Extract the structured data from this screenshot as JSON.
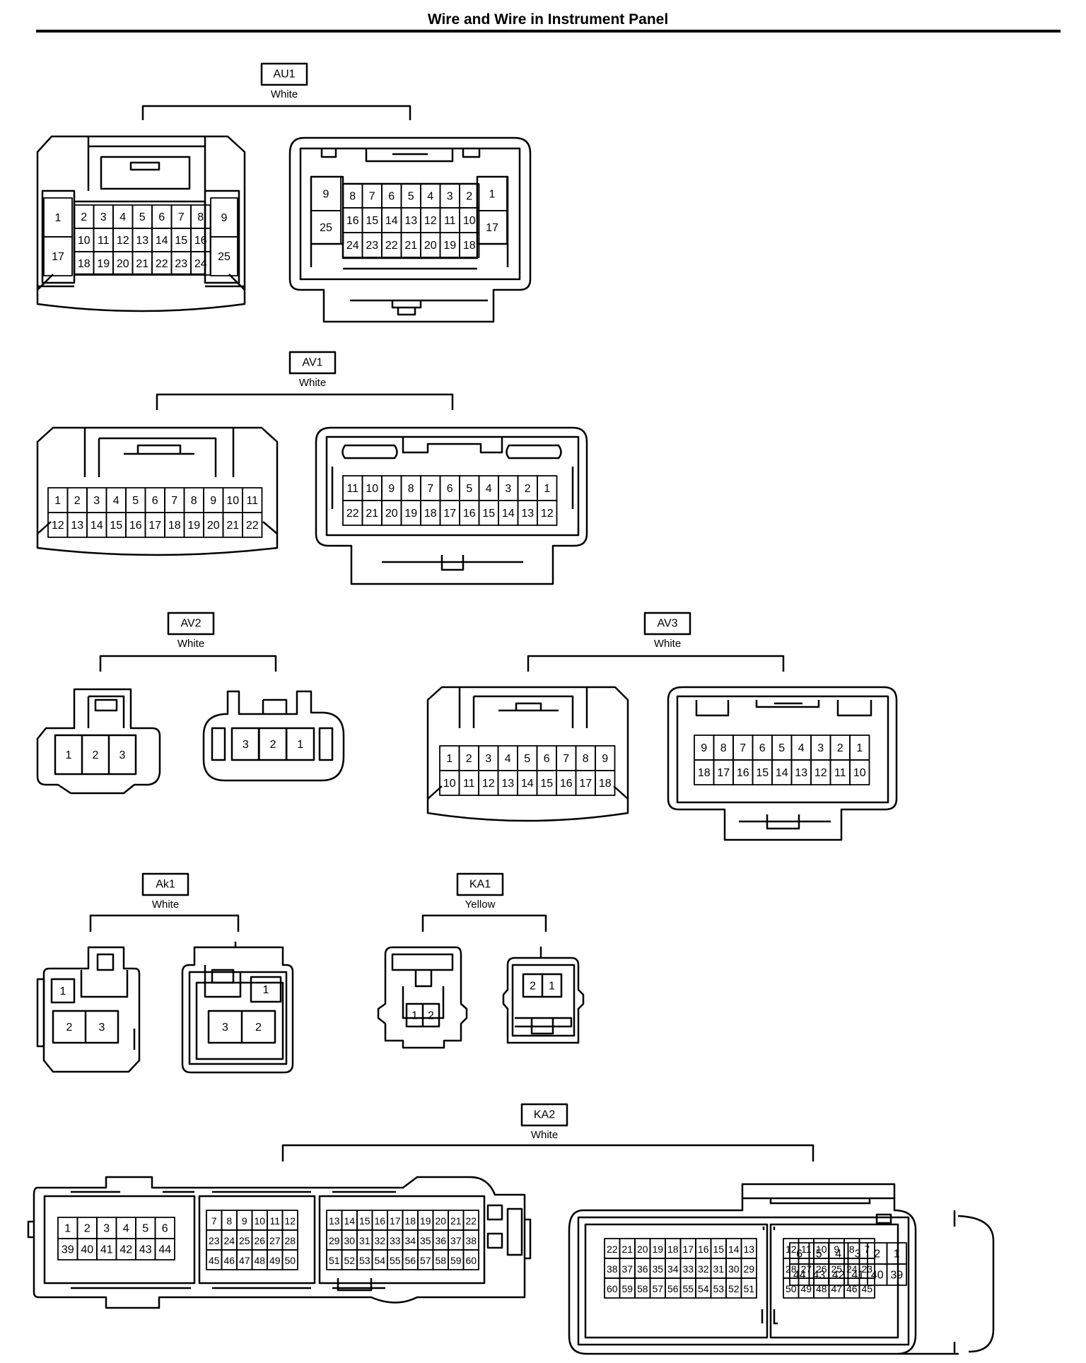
{
  "title": "Wire and Wire in Instrument Panel",
  "connectors": [
    {
      "code": "AU1",
      "color": "White",
      "left": [
        "1",
        "2",
        "3",
        "4",
        "5",
        "6",
        "7",
        "8",
        "9",
        "17",
        "10",
        "11",
        "12",
        "13",
        "14",
        "15",
        "16",
        "25",
        "18",
        "19",
        "20",
        "21",
        "22",
        "23",
        "24"
      ],
      "right": [
        "9",
        "8",
        "7",
        "6",
        "5",
        "4",
        "3",
        "2",
        "1",
        "25",
        "16",
        "15",
        "14",
        "13",
        "12",
        "11",
        "10",
        "17",
        "24",
        "23",
        "22",
        "21",
        "20",
        "19",
        "18"
      ]
    },
    {
      "code": "AV1",
      "color": "White",
      "left": [
        "1",
        "2",
        "3",
        "4",
        "5",
        "6",
        "7",
        "8",
        "9",
        "10",
        "11",
        "12",
        "13",
        "14",
        "15",
        "16",
        "17",
        "18",
        "19",
        "20",
        "21",
        "22"
      ],
      "right": [
        "11",
        "10",
        "9",
        "8",
        "7",
        "6",
        "5",
        "4",
        "3",
        "2",
        "1",
        "22",
        "21",
        "20",
        "19",
        "18",
        "17",
        "16",
        "15",
        "14",
        "13",
        "12"
      ]
    },
    {
      "code": "AV2",
      "color": "White",
      "left": [
        "1",
        "2",
        "3"
      ],
      "right": [
        "3",
        "2",
        "1"
      ]
    },
    {
      "code": "AV3",
      "color": "White",
      "left": [
        "1",
        "2",
        "3",
        "4",
        "5",
        "6",
        "7",
        "8",
        "9",
        "10",
        "11",
        "12",
        "13",
        "14",
        "15",
        "16",
        "17",
        "18"
      ],
      "right": [
        "9",
        "8",
        "7",
        "6",
        "5",
        "4",
        "3",
        "2",
        "1",
        "18",
        "17",
        "16",
        "15",
        "14",
        "13",
        "12",
        "11",
        "10"
      ]
    },
    {
      "code": "Ak1",
      "color": "White",
      "left": [
        "1",
        "2",
        "3"
      ],
      "right": [
        "1",
        "3",
        "2"
      ]
    },
    {
      "code": "KA1",
      "color": "Yellow",
      "left": [
        "1",
        "2"
      ],
      "right": [
        "2",
        "1"
      ]
    },
    {
      "code": "KA2",
      "color": "White",
      "left": [
        "1",
        "2",
        "3",
        "4",
        "5",
        "6",
        "39",
        "40",
        "41",
        "42",
        "43",
        "44",
        "7",
        "8",
        "9",
        "10",
        "11",
        "12",
        "23",
        "24",
        "25",
        "26",
        "27",
        "28",
        "45",
        "46",
        "47",
        "48",
        "49",
        "50",
        "13",
        "14",
        "15",
        "16",
        "17",
        "18",
        "19",
        "20",
        "21",
        "22",
        "29",
        "30",
        "31",
        "32",
        "33",
        "34",
        "35",
        "36",
        "37",
        "38",
        "51",
        "52",
        "53",
        "54",
        "55",
        "56",
        "57",
        "58",
        "59",
        "60"
      ],
      "right": [
        "22",
        "21",
        "20",
        "19",
        "18",
        "17",
        "16",
        "15",
        "14",
        "13",
        "38",
        "37",
        "36",
        "35",
        "34",
        "33",
        "32",
        "31",
        "30",
        "29",
        "60",
        "59",
        "58",
        "57",
        "56",
        "55",
        "54",
        "53",
        "52",
        "51",
        "12",
        "11",
        "10",
        "9",
        "8",
        "7",
        "28",
        "27",
        "26",
        "25",
        "24",
        "23",
        "50",
        "49",
        "48",
        "47",
        "46",
        "45",
        "6",
        "5",
        "4",
        "3",
        "2",
        "1",
        "44",
        "43",
        "42",
        "41",
        "40",
        "39"
      ]
    }
  ]
}
